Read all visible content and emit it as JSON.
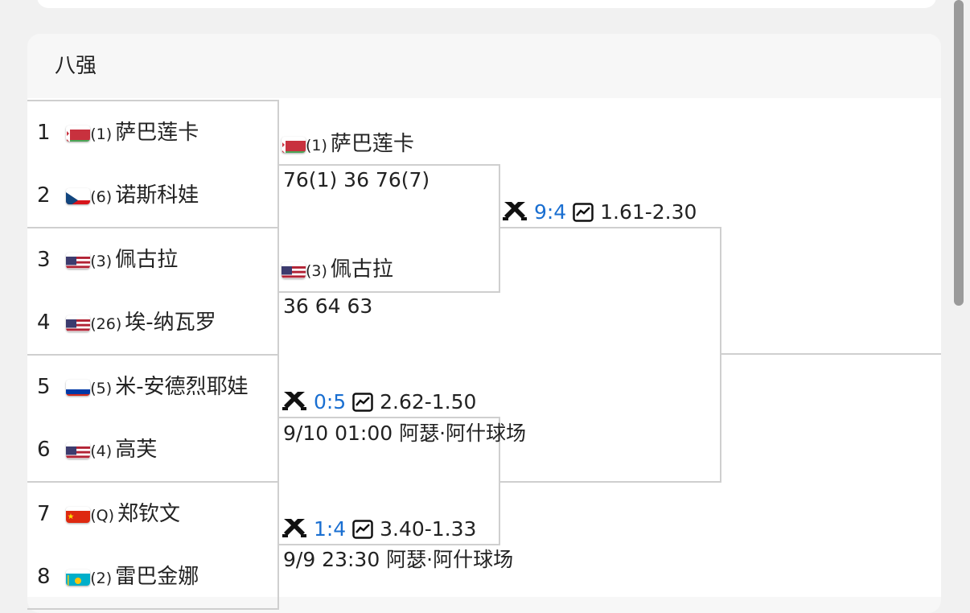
{
  "section": {
    "title": "八强"
  },
  "round_of_8": [
    {
      "index": "1",
      "flag": "belarus-flag",
      "seed": "(1)",
      "name": "萨巴莲卡"
    },
    {
      "index": "2",
      "flag": "czech-flag",
      "seed": "(6)",
      "name": "诺斯科娃"
    },
    {
      "index": "3",
      "flag": "usa-flag",
      "seed": "(3)",
      "name": "佩古拉"
    },
    {
      "index": "4",
      "flag": "usa-flag",
      "seed": "(26)",
      "name": "埃-纳瓦罗"
    },
    {
      "index": "5",
      "flag": "russia-flag",
      "seed": "(5)",
      "name": "米-安德烈耶娃"
    },
    {
      "index": "6",
      "flag": "usa-flag",
      "seed": "(4)",
      "name": "高芙"
    },
    {
      "index": "7",
      "flag": "china-flag",
      "seed": "(Q)",
      "name": "郑钦文"
    },
    {
      "index": "8",
      "flag": "kazakhstan-flag",
      "seed": "(2)",
      "name": "雷巴金娜"
    }
  ],
  "semifinals": [
    {
      "player1": {
        "flag": "belarus-flag",
        "seed": "(1)",
        "name": "萨巴莲卡"
      },
      "score": "76(1) 36 76(7)",
      "player2": {
        "flag": "usa-flag",
        "seed": "(3)",
        "name": "佩古拉"
      },
      "score2": "36 64 63"
    },
    {
      "h2h": "0:5",
      "odds": "2.62-1.50",
      "schedule": "9/10 01:00 阿瑟·阿什球场"
    },
    {
      "h2h": "1:4",
      "odds": "3.40-1.33",
      "schedule": "9/9 23:30 阿瑟·阿什球场"
    }
  ],
  "final_match": {
    "h2h": "9:4",
    "odds": "1.61-2.30"
  },
  "colors": {
    "h2h": "#1a6fd1",
    "line": "#cfcfcf",
    "text": "#222222"
  }
}
